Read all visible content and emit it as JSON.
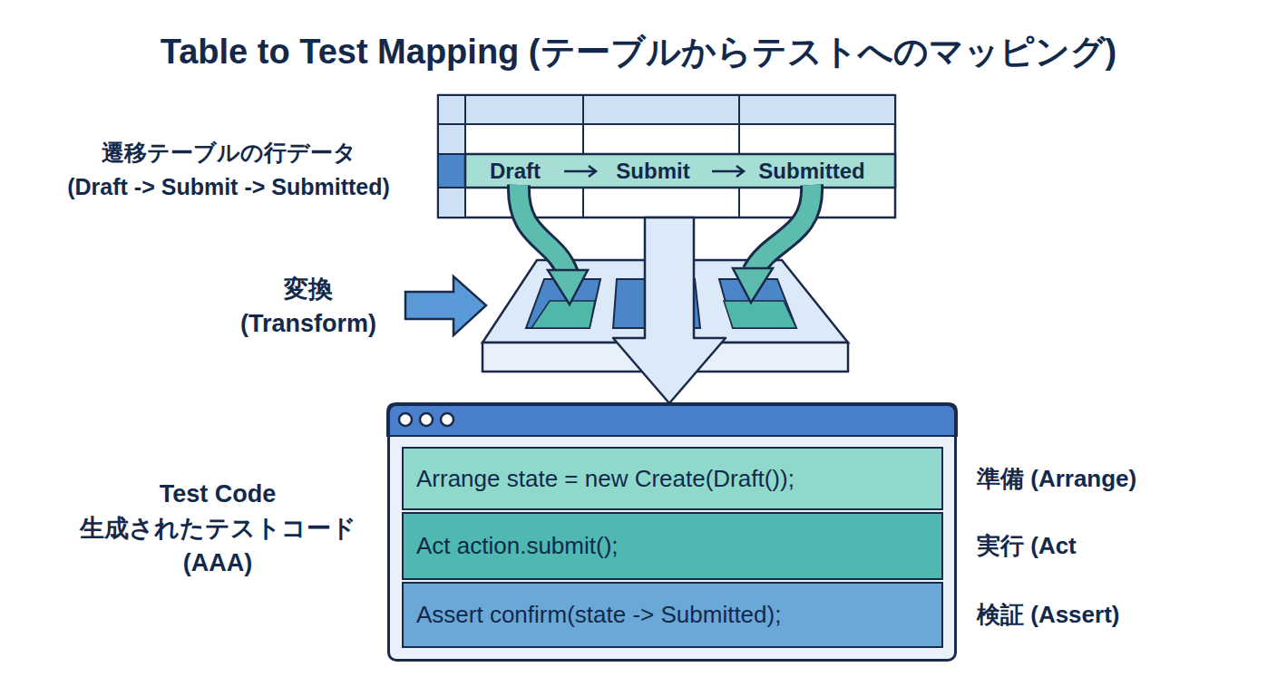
{
  "diagram": {
    "title": "Table to Test Mapping (テーブルからテストへのマッピング)",
    "nodes": [
      {
        "text": [
          "遷移テーブルの行データ (Draft -> Submit -> Submitted)"
        ]
      },
      {
        "text": [
          "Test Code 生成されたテストコード (AAA)"
        ]
      },
      {
        "text": [
          "Arrange state = new Create(Draft());",
          "準備 (Arrange)"
        ],
        "in": 1
      },
      {
        "text": [
          "Act action.submit();",
          "実行 (Act"
        ],
        "in": 1
      },
      {
        "text": [
          "Assert confirm(state -> Submitted);",
          "検証 (Assert)"
        ],
        "in": 1
      }
    ],
    "edges": [
      {
        "from": 0,
        "to": 1,
        "arrow": "to"
      }
    ],
    "labels": [
      "Draft",
      "Submit",
      "Submitted",
      "変換 (Transform)"
    ]
  }
}
